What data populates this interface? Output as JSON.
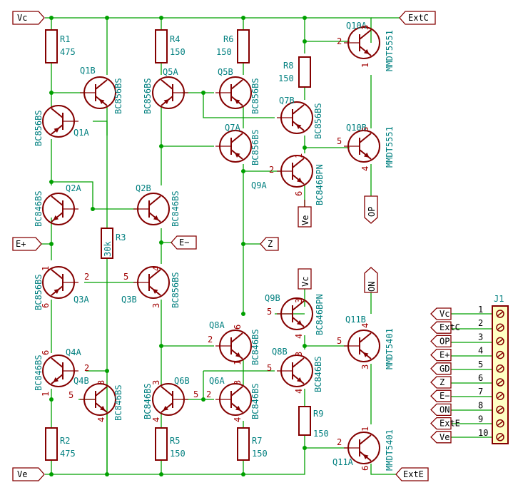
{
  "resistors": [
    {
      "ref": "R1",
      "value": "475"
    },
    {
      "ref": "R2",
      "value": "475"
    },
    {
      "ref": "R3",
      "value": "30k"
    },
    {
      "ref": "R4",
      "value": "150"
    },
    {
      "ref": "R5",
      "value": "150"
    },
    {
      "ref": "R6",
      "value": "150"
    },
    {
      "ref": "R7",
      "value": "150"
    },
    {
      "ref": "R8",
      "value": "150"
    },
    {
      "ref": "R9",
      "value": "150"
    }
  ],
  "transistors": [
    {
      "ref": "Q1B",
      "value": "BC856BS"
    },
    {
      "ref": "Q1A",
      "value": "BC856BS"
    },
    {
      "ref": "Q2A",
      "value": "BC846BS"
    },
    {
      "ref": "Q2B",
      "value": "BC846BS"
    },
    {
      "ref": "Q3A",
      "value": "BC856BS"
    },
    {
      "ref": "Q3B",
      "value": "BC856BS"
    },
    {
      "ref": "Q4A",
      "value": "BC846BS"
    },
    {
      "ref": "Q4B",
      "value": "BC846BS"
    },
    {
      "ref": "Q5A",
      "value": "BC856BS"
    },
    {
      "ref": "Q5B",
      "value": "BC856BS"
    },
    {
      "ref": "Q6A",
      "value": "BC846BS"
    },
    {
      "ref": "Q6B",
      "value": "BC846BS"
    },
    {
      "ref": "Q7A",
      "value": "BC856BS"
    },
    {
      "ref": "Q7B",
      "value": "BC856BS"
    },
    {
      "ref": "Q8A",
      "value": "BC846BS"
    },
    {
      "ref": "Q8B",
      "value": "BC846BS"
    },
    {
      "ref": "Q9A",
      "value": "BC846BPN"
    },
    {
      "ref": "Q9B",
      "value": "BC846BPN"
    },
    {
      "ref": "Q10A",
      "value": "MMDT5551"
    },
    {
      "ref": "Q10B",
      "value": "MMDT5551"
    },
    {
      "ref": "Q11B",
      "value": "MMDT5401"
    },
    {
      "ref": "Q11A",
      "value": "MMDT5401"
    }
  ],
  "nets": [
    "Vc",
    "ExtC",
    "E+",
    "E−",
    "Z",
    "Ve",
    "ExtE",
    "OP",
    "ON"
  ],
  "pins": [
    "1",
    "2",
    "3",
    "4",
    "5",
    "6"
  ],
  "connector": {
    "ref": "J1",
    "pins": [
      {
        "num": "1",
        "net": "Vc"
      },
      {
        "num": "2",
        "net": "ExtC"
      },
      {
        "num": "3",
        "net": "OP"
      },
      {
        "num": "4",
        "net": "E+"
      },
      {
        "num": "5",
        "net": "GD"
      },
      {
        "num": "6",
        "net": "Z"
      },
      {
        "num": "7",
        "net": "E−"
      },
      {
        "num": "8",
        "net": "ON"
      },
      {
        "num": "9",
        "net": "ExtE"
      },
      {
        "num": "10",
        "net": "Ve"
      }
    ]
  },
  "colors": {
    "wire": "#00a000",
    "component": "#840000",
    "reference": "#007f7f",
    "background": "#ffffff"
  }
}
